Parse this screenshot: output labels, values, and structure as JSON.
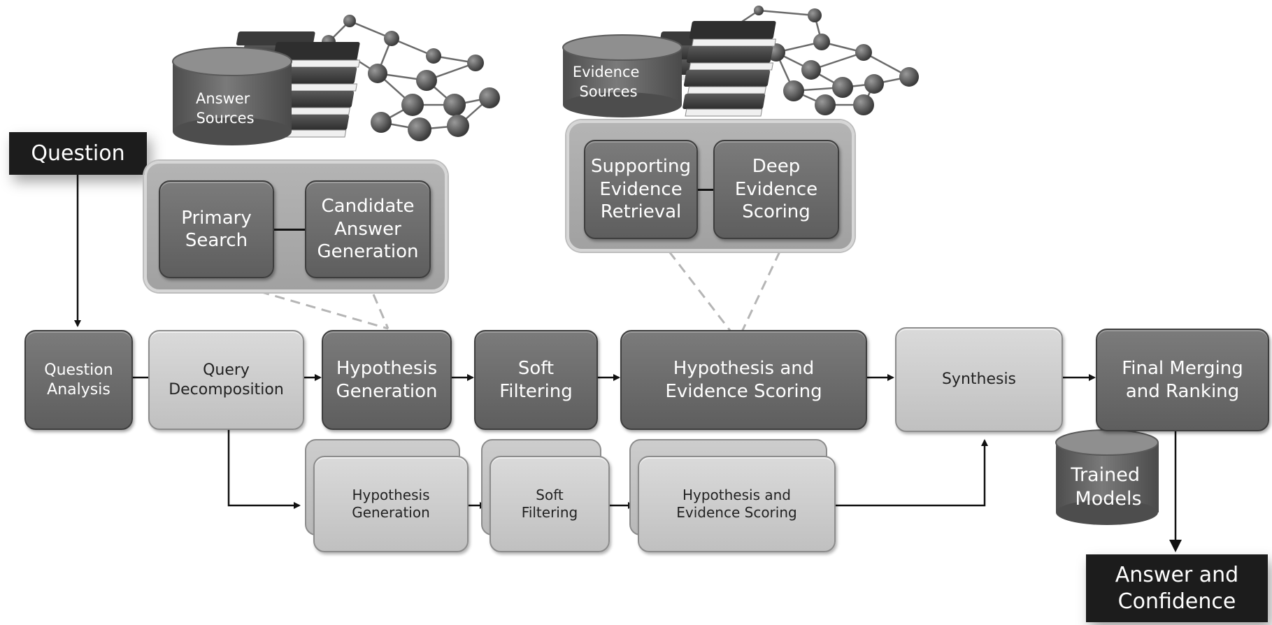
{
  "question_label": "Question",
  "answer_label": "Answer and\nConfidence",
  "sources": {
    "answer_sources": "Answer\nSources",
    "evidence_sources": "Evidence\nSources",
    "trained_models": "Trained\nModels"
  },
  "search_group": {
    "primary_search": "Primary\nSearch",
    "candidate_generation": "Candidate\nAnswer\nGeneration"
  },
  "evidence_group": {
    "supporting_retrieval": "Supporting\nEvidence\nRetrieval",
    "deep_scoring": "Deep\nEvidence\nScoring"
  },
  "pipeline": {
    "question_analysis": "Question\nAnalysis",
    "query_decomposition": "Query\nDecomposition",
    "hypothesis_generation": "Hypothesis\nGeneration",
    "soft_filtering": "Soft\nFiltering",
    "hypothesis_evidence_scoring": "Hypothesis and\nEvidence Scoring",
    "synthesis": "Synthesis",
    "final_merging": "Final Merging\nand Ranking"
  },
  "parallel": {
    "hypothesis_generation": "Hypothesis\nGeneration",
    "soft_filtering": "Soft\nFiltering",
    "hypothesis_evidence_scoring": "Hypothesis and\nEvidence Scoring"
  },
  "colors": {
    "dark_box": "#6b6b6b",
    "light_box": "#cbcbcb",
    "label_black": "#1c1c1c",
    "group_bg": "#a8a8a8"
  }
}
